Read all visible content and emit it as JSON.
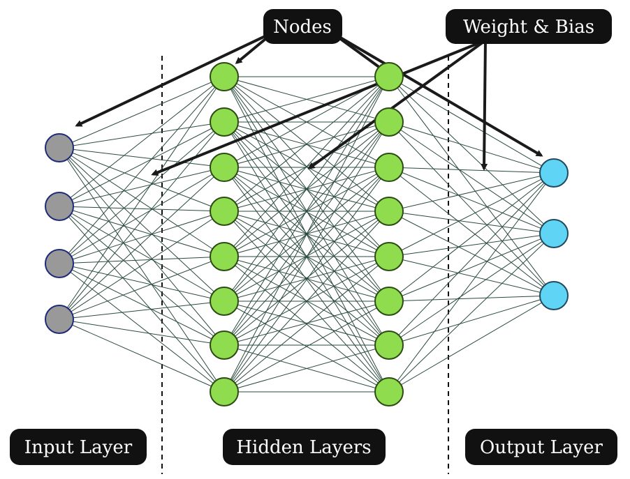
{
  "labels": {
    "nodes": "Nodes",
    "weight_bias": "Weight & Bias",
    "input_layer": "Input Layer",
    "hidden_layers": "Hidden Layers",
    "output_layer": "Output Layer"
  },
  "network": {
    "layers": [
      {
        "name": "input",
        "node_count": 4,
        "fill": "#999999",
        "stroke": "#1f2a7a"
      },
      {
        "name": "hidden-1",
        "node_count": 8,
        "fill": "#8fdc4f",
        "stroke": "#2d4a14"
      },
      {
        "name": "hidden-2",
        "node_count": 8,
        "fill": "#8fdc4f",
        "stroke": "#2d4a14"
      },
      {
        "name": "output",
        "node_count": 3,
        "fill": "#5fd4f5",
        "stroke": "#234a5a"
      }
    ],
    "connection_color": "#2a4a3e",
    "arrow_color": "#1a1a1a",
    "label_bg": "#111111",
    "label_text_color": "#ffffff"
  }
}
